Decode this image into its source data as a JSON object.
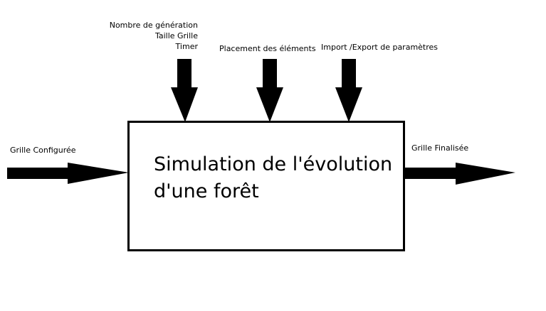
{
  "diagram": {
    "process_title_lines": [
      "Simulation de l'évolution",
      "d'une forêt"
    ],
    "controls": {
      "group1_lines": [
        "Nombre de génération",
        "Taille Grille",
        "Timer"
      ],
      "group2_label": "Placement des éléments",
      "group3_label": "Import /Export de paramètres"
    },
    "input_label": "Grille Configurée",
    "output_label": "Grille Finalisée"
  }
}
